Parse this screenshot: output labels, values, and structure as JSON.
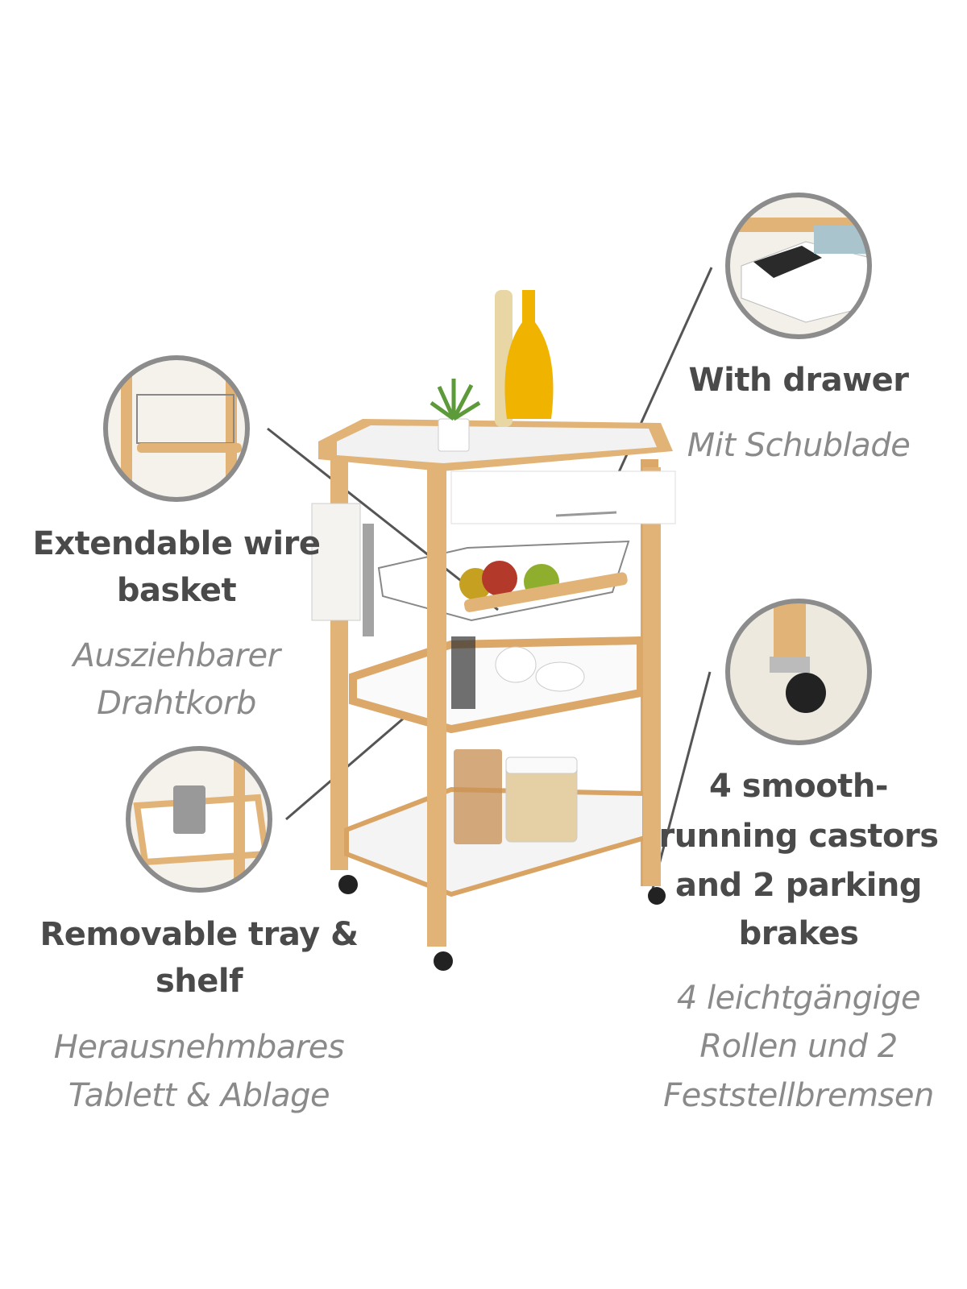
{
  "features": [
    {
      "id": "drawer",
      "title_lines": [
        "With drawer"
      ],
      "subtitle_lines": [
        "Mit Schublade"
      ]
    },
    {
      "id": "basket",
      "title_lines": [
        "Extendable wire",
        "basket"
      ],
      "subtitle_lines": [
        "Ausziehbarer",
        "Drahtkorb"
      ]
    },
    {
      "id": "tray",
      "title_lines": [
        "Removable tray &",
        "shelf"
      ],
      "subtitle_lines": [
        "Herausnehmbares",
        "Tablett & Ablage"
      ]
    },
    {
      "id": "castors",
      "title_lines": [
        "4 smooth-",
        "running castors",
        "and 2 parking",
        "brakes"
      ],
      "subtitle_lines": [
        "4 leichtgängige",
        "Rollen und 2",
        "Feststellbremsen"
      ]
    }
  ],
  "colors": {
    "title": "#4a4a4a",
    "subtitle": "#8a8a8a",
    "bamboo": "#e2b377",
    "circle_border": "#8c8c8c"
  }
}
